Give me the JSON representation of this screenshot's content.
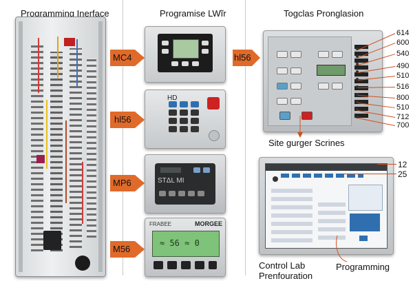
{
  "headings": {
    "col1": "Programming Inerface",
    "col2": "Programise LWĩr",
    "col3": "Togclas Pronglasion"
  },
  "arrows": [
    "MC4",
    "hl56",
    "MP6",
    "M56"
  ],
  "arrow_right_label": "hl56",
  "right_numbers": [
    "614",
    "600",
    "540",
    "490",
    "510",
    "516",
    "800",
    "510",
    "712",
    "700"
  ],
  "panel_lcd": {
    "display_text": "≈ 56 ≈ 0",
    "logo": "MORGEE",
    "logo_left": "FRABEE",
    "screen_words": "STΔL ΜI"
  },
  "caption_mid": "Site gurger Scrines",
  "screen_numbers": [
    "12",
    "25"
  ],
  "caption_bottom_left": "Control Lab Prenfouration",
  "caption_bottom_right": "Programming",
  "colors": {
    "arrow": "#e06a2a",
    "leader": "#d0501c",
    "panel_grey": "#c8cbcd",
    "lcd_green": "#7fc27a",
    "led_red": "#cc2222",
    "button_blue": "#2f6fb0"
  },
  "icons": [
    "arrow-right-icon",
    "led-icon",
    "keypad-icon"
  ]
}
